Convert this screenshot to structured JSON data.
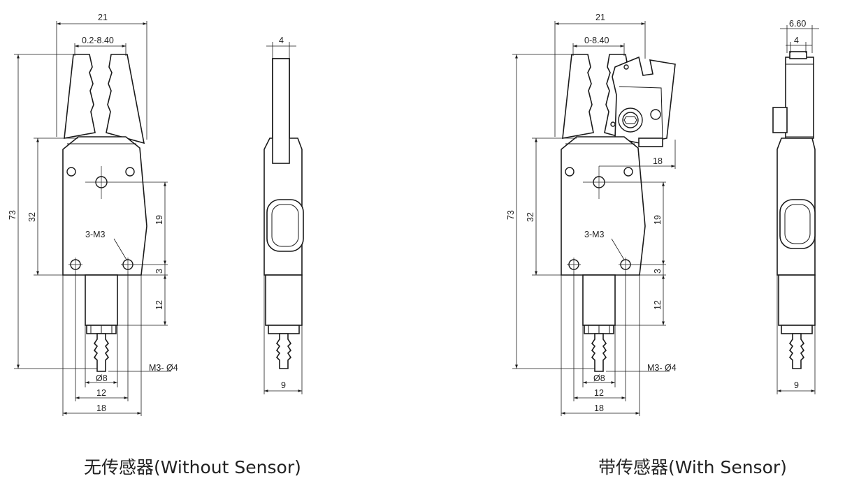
{
  "left_view": {
    "caption": "无传感器(Without Sensor)",
    "dims": {
      "overall_width": "21",
      "jaw_stroke": "0.2-8.40",
      "overall_height": "73",
      "body_height": "32",
      "hole_spacing": "19",
      "hole_offset": "3",
      "cylinder_length": "12",
      "thread_label": "3-M3",
      "port_label": "M3- Ø4",
      "cyl_diameter": "Ø8",
      "base_width_inner": "12",
      "base_width": "18"
    }
  },
  "left_side": {
    "dims": {
      "top_width": "4",
      "bottom_width": "9"
    }
  },
  "right_view": {
    "caption": "带传感器(With Sensor)",
    "dims": {
      "overall_width": "21",
      "jaw_stroke": "0-8.40",
      "sensor_offset": "18",
      "overall_height": "73",
      "body_height": "32",
      "hole_spacing": "19",
      "hole_offset": "3",
      "cylinder_length": "12",
      "thread_label": "3-M3",
      "port_label": "M3- Ø4",
      "cyl_diameter": "Ø8",
      "base_width_inner": "12",
      "base_width": "18"
    }
  },
  "right_side": {
    "dims": {
      "top_width_outer": "6.60",
      "top_width": "4",
      "bottom_width": "9"
    }
  }
}
